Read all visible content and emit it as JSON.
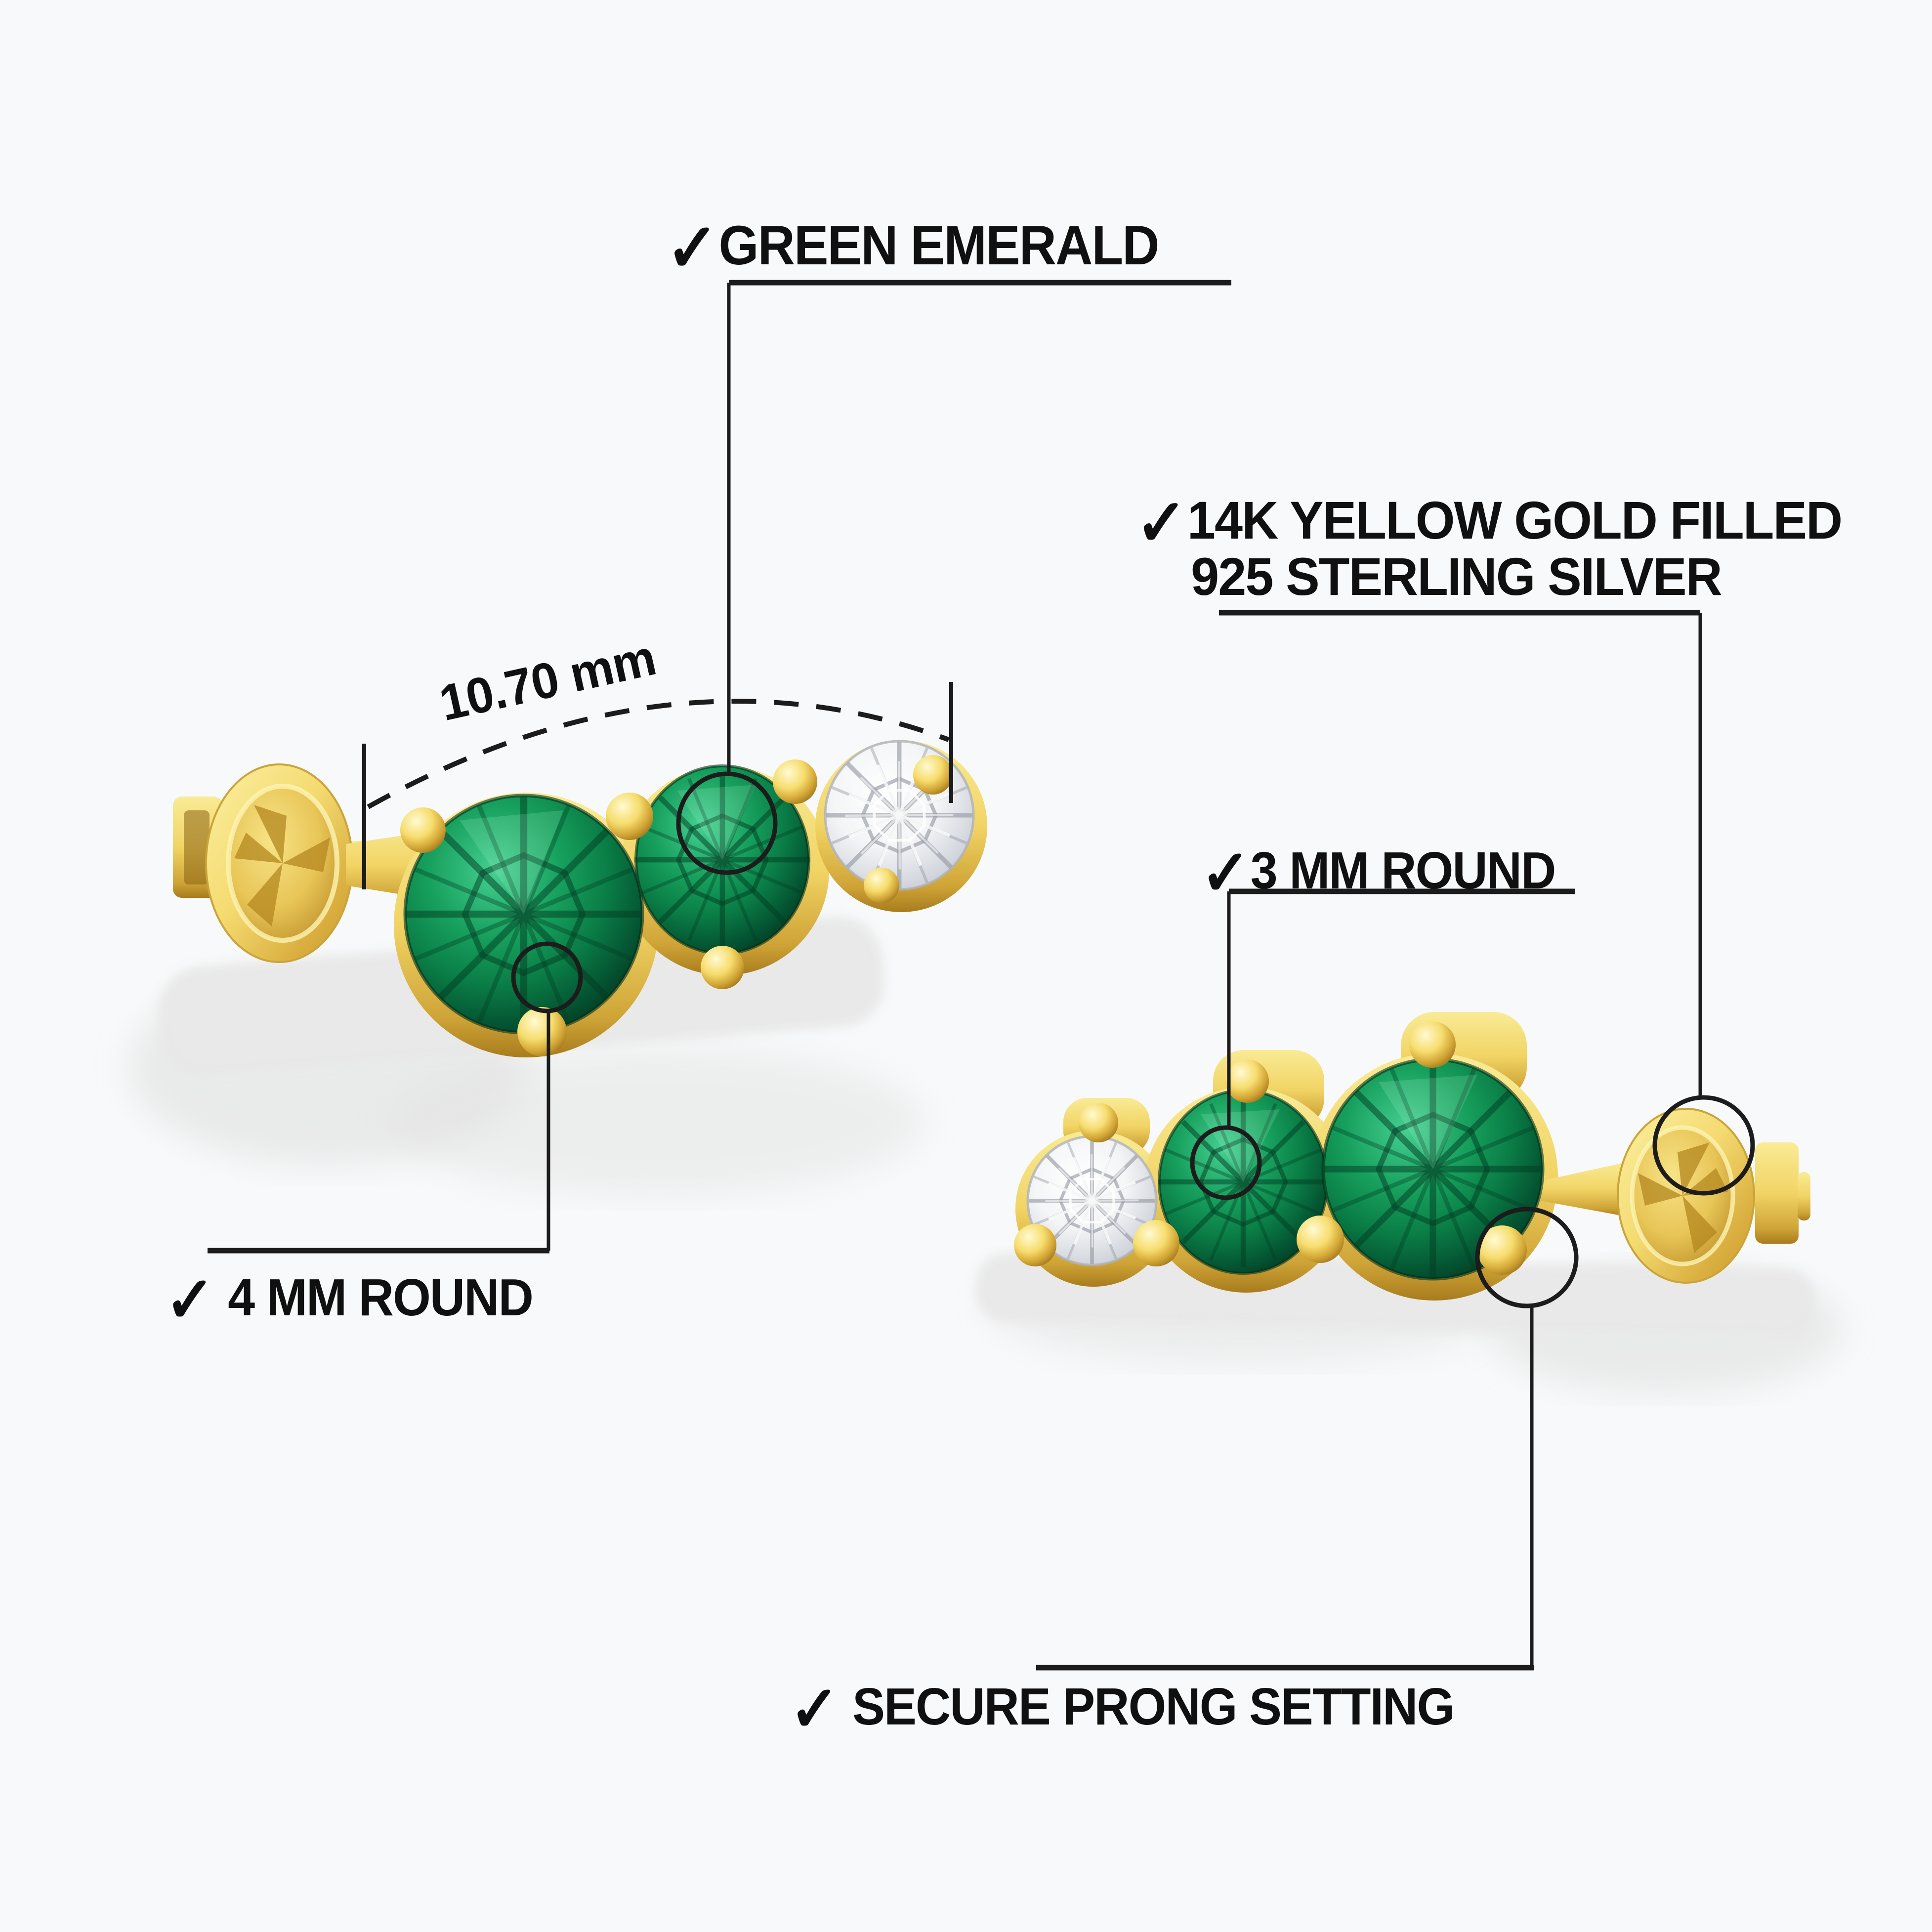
{
  "icons": {
    "check": "✓"
  },
  "labels": {
    "gemstone": "GREEN EMERALD",
    "metal_line1": "14K YELLOW GOLD FILLED",
    "metal_line2": "925 STERLING SILVER",
    "width_measurement": "10.70 mm",
    "small_stone_size": "3 MM ROUND",
    "large_stone_size": "4 MM ROUND",
    "setting": "SECURE PRONG SETTING"
  },
  "colors": {
    "background": "#f8f9fa",
    "text": "#101010",
    "annotation_line": "#1c1c1c",
    "gold_light": "#fdf4b3",
    "gold_mid": "#f2d96b",
    "gold_dark": "#c1922c",
    "emerald_light": "#3ec98c",
    "emerald_mid": "#0e8a4d",
    "emerald_dark": "#033a20",
    "diamond_light": "#ffffff",
    "diamond_dark": "#c9ccd3",
    "shadow": "#d9d9d9"
  }
}
